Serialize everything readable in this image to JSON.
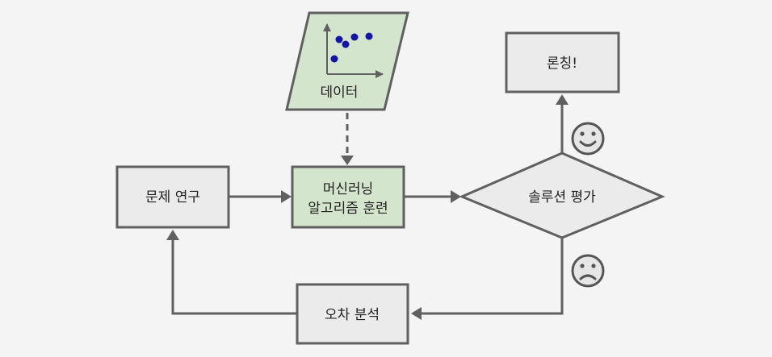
{
  "nodes": {
    "data": {
      "label": "데이터"
    },
    "launch": {
      "label": "론칭!"
    },
    "study": {
      "label": "문제 연구"
    },
    "train": {
      "line1": "머신러닝",
      "line2": "알고리즘 훈련"
    },
    "evaluate": {
      "label": "솔루션 평가"
    },
    "analyze": {
      "label": "오차 분석"
    }
  },
  "colors": {
    "box_fill": "#ebebeb",
    "box_stroke": "#606060",
    "green_fill": "#d3e5cc",
    "arrow": "#606060",
    "dots": "#1414a8",
    "face_fill": "#e6e6e6"
  }
}
